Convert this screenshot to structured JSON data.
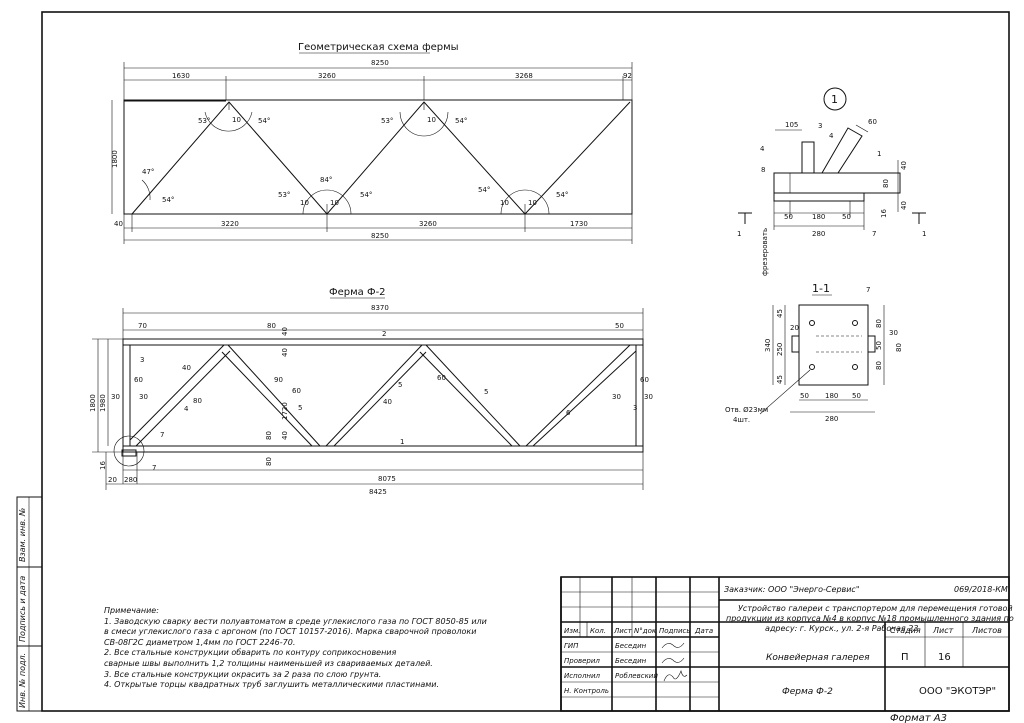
{
  "drawing": {
    "geo_title": "Геометрическая схема фермы",
    "truss_title": "Ферма Ф-2",
    "node_title": "1",
    "section_title": "1-1",
    "geo_dims": {
      "top_total": "8250",
      "top_a": "1630",
      "top_b": "3260",
      "top_c": "3268",
      "top_d": "92",
      "bot_total": "8250",
      "bot_a": "40",
      "bot_b": "3220",
      "bot_c": "3260",
      "bot_d": "1730",
      "height": "1800",
      "angles": [
        "47°",
        "54°",
        "53°",
        "54°",
        "84°",
        "53°",
        "54°",
        "53°",
        "54°",
        "54°",
        "54°"
      ],
      "small": [
        "10",
        "10",
        "10",
        "10",
        "10",
        "10"
      ]
    },
    "truss_dims": {
      "top_total": "8370",
      "left_70": "70",
      "mid_80": "80",
      "mid_40": "40",
      "right_50": "50",
      "bot_8075": "8075",
      "bot_8425": "8425",
      "bot_20": "20",
      "bot_280": "280",
      "h_1800": "1800",
      "h_1980": "1980",
      "h_1720": "1720",
      "h_16": "16",
      "v60a": "60",
      "v30a": "30",
      "v30b": "30",
      "v60b": "60",
      "v30c": "30",
      "v30d": "30",
      "d_40": "40",
      "d_80": "80",
      "d_90": "90",
      "d_60": "60",
      "d_80b": "80",
      "d_40b": "40",
      "marks": [
        "1",
        "2",
        "3",
        "3",
        "4",
        "5",
        "5",
        "5",
        "6",
        "7",
        "7"
      ],
      "callouts": [
        "40",
        "80",
        "30",
        "40",
        "60",
        "40",
        "80"
      ]
    },
    "node_dims": {
      "d105": "105",
      "d60": "60",
      "d4": "4",
      "d40": "40",
      "d80": "80",
      "d40b": "40",
      "d16": "16",
      "d50a": "50",
      "d180": "180",
      "d50b": "50",
      "d280": "280",
      "m3": "3",
      "m4": "4",
      "m1": "1",
      "m8": "8",
      "m7": "7",
      "cut": "1",
      "cut2": "1",
      "mill": "фрезеровать"
    },
    "section_dims": {
      "d45a": "45",
      "d250": "250",
      "d45b": "45",
      "d340": "340",
      "d50a": "50",
      "d180": "180",
      "d50b": "50",
      "d280": "280",
      "r80a": "80",
      "r80b": "80",
      "r50": "50",
      "r80c": "80",
      "d20": "20",
      "d30": "30",
      "d80": "80",
      "mark7": "7",
      "hole_label": "Отв. Ø23мм",
      "hole_count": "4шт."
    }
  },
  "notes": {
    "title": "Примечание:",
    "lines": [
      "1. Заводскую сварку вести полуавтоматом в среде углекислого газа по ГОСТ 8050-85 или",
      "в смеси углекислого газа с аргоном (по ГОСТ 10157-2016). Марка сварочной проволоки",
      "СВ-08Г2С диаметром 1,4мм по ГОСТ 2246-70.",
      "2. Все стальные конструкции обварить по контуру соприкосновения",
      "сварные швы выполнить 1,2   толщины наименьшей из свариваемых деталей.",
      "3. Все стальные конструкции окрасить за 2 раза по слою грунта.",
      "4. Открытые торцы квадратных труб заглушить металлическими пластинами."
    ]
  },
  "side_stamp": {
    "vzam": "Взам. инв. №",
    "podpis": "Подпись и дата",
    "inv": "Инв. № подл."
  },
  "title_block": {
    "customer": "Заказчик: ООО \"Энерго-Сервис\"",
    "code": "069/2018-КМ",
    "project_line1": "Устройство галереи с транспортером для перемещения готовой",
    "project_line2": "продукции из корпуса №4 в корпус №18 промышленного здания по",
    "project_line3": "адресу: г. Курск., ул. 2-я Рабочая 23",
    "cols": [
      "Изм.",
      "Кол.",
      "Лист",
      "N°док",
      "Подпись",
      "Дата"
    ],
    "roles": [
      "ГИП",
      "Проверил",
      "Исполнил",
      "Н. Контроль"
    ],
    "names": [
      "Беседин",
      "Беседин",
      "Роблевский",
      ""
    ],
    "object": "Конвейерная галерея",
    "stage_h": "Стадия",
    "sheet_h": "Лист",
    "sheets_h": "Листов",
    "stage": "П",
    "sheet": "16",
    "sheets": "",
    "drawing_name": "Ферма Ф-2",
    "company": "ООО \"ЭКОТЭР\"",
    "format": "Формат А3"
  }
}
